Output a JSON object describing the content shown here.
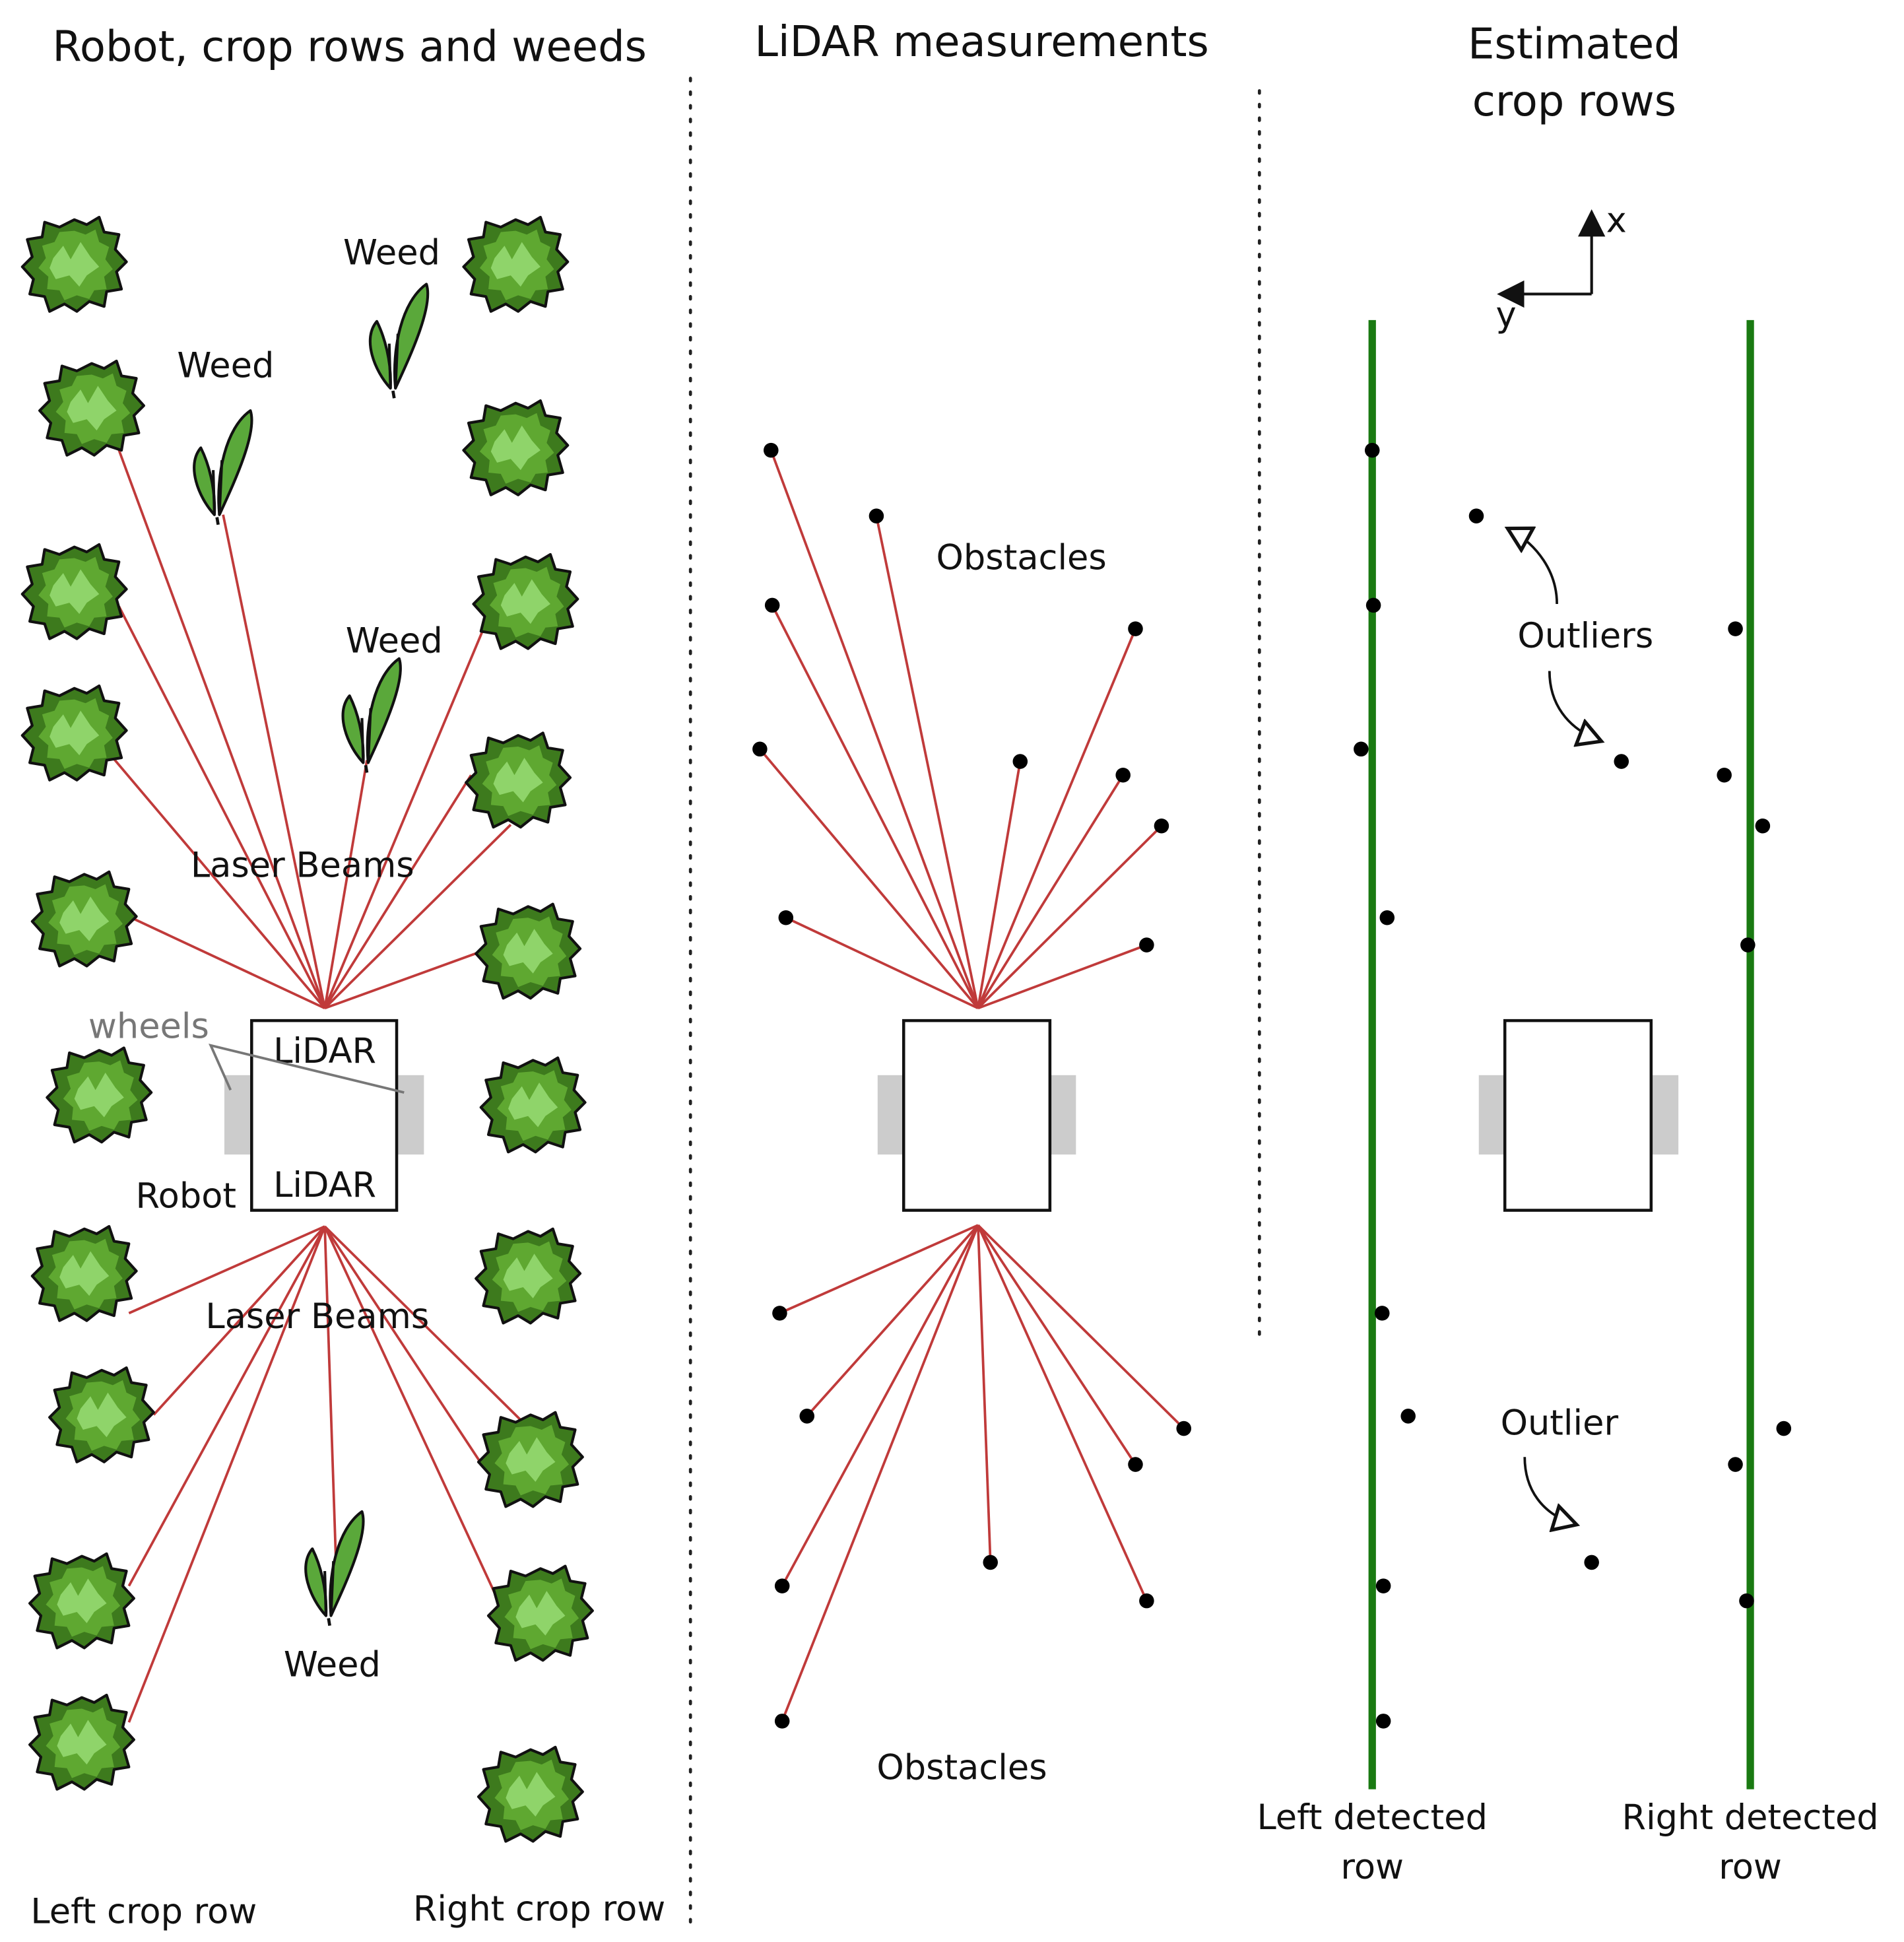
{
  "panels": {
    "left": {
      "title": "Robot, crop rows and weeds",
      "left_row_label": "Left crop row",
      "right_row_label": "Right crop row",
      "weed_label": "Weed",
      "laser_beams_label": "Laser Beams",
      "wheels_label": "wheels",
      "lidar_label": "LiDAR",
      "robot_label": "Robot"
    },
    "middle": {
      "title": "LiDAR measurements",
      "obstacles_label": "Obstacles"
    },
    "right": {
      "title_line1": "Estimated",
      "title_line2": "crop rows",
      "axis_x": "x",
      "axis_y": "y",
      "outliers_label": "Outliers",
      "outlier_label": "Outlier",
      "left_detected_line1": "Left detected",
      "left_detected_line2": "row",
      "right_detected_line1": "Right detected",
      "right_detected_line2": "row"
    }
  },
  "colors": {
    "beam": "#c03a3a",
    "detected_row": "#1a7a12",
    "wheel": "#cccccc",
    "crop_dark": "#3d7a1d",
    "crop_mid": "#5fa831",
    "crop_light": "#8fd46a",
    "weed": "#5aa83a"
  },
  "icons": {
    "crop": "crop-plant-icon",
    "weed": "weed-icon",
    "robot": "robot-body-icon",
    "point": "lidar-point-icon"
  }
}
